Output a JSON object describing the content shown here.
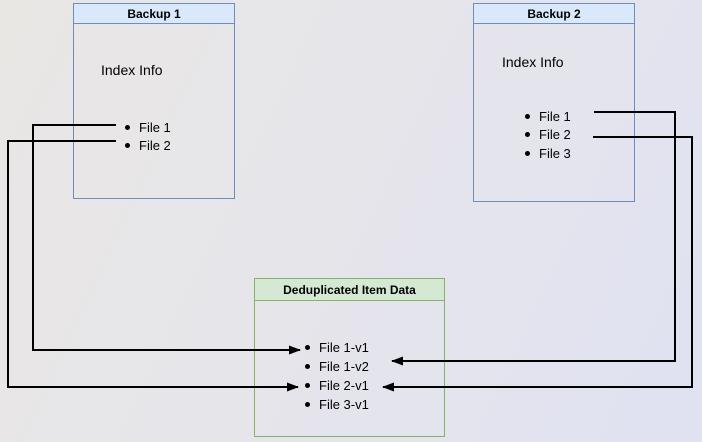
{
  "diagram": {
    "backup1": {
      "title": "Backup 1",
      "subtitle": "Index Info",
      "items": [
        "File 1",
        "File 2"
      ]
    },
    "backup2": {
      "title": "Backup 2",
      "subtitle": "Index Info",
      "items": [
        "File 1",
        "File 2",
        "File 3"
      ]
    },
    "dedup": {
      "title": "Deduplicated Item Data",
      "items": [
        "File 1-v1",
        "File 1-v2",
        "File 2-v1",
        "File 3-v1"
      ]
    },
    "connections": [
      {
        "from": "Backup 1 / File 1",
        "to": "File 1-v1"
      },
      {
        "from": "Backup 1 / File 2",
        "to": "File 2-v1"
      },
      {
        "from": "Backup 2 / File 1",
        "to": "File 1-v2"
      },
      {
        "from": "Backup 2 / File 2",
        "to": "File 2-v1"
      }
    ],
    "colors": {
      "backup_header_fill": "#dae8fc",
      "backup_border": "#6c8ebf",
      "dedup_header_fill": "#d5e8d4",
      "dedup_border": "#82b366",
      "connector": "#000000"
    }
  }
}
